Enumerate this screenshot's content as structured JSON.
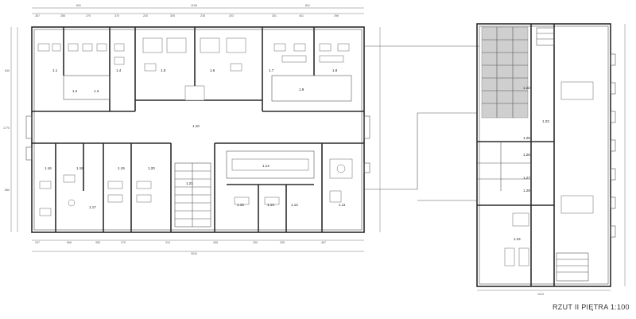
{
  "title": "RZUT II PIĘTRA 1:100",
  "rooms_left": [
    "1.1",
    "1.2",
    "1.3",
    "1.4",
    "1.5",
    "1.6",
    "1.7",
    "1.8",
    "1.9",
    "1.10",
    "1.11",
    "1.12",
    "1.13",
    "1.14",
    "1.15",
    "1.16",
    "1.17",
    "1.18",
    "1.19",
    "1.20",
    "1.21"
  ],
  "rooms_right": [
    "1.22",
    "1.23",
    "1.24",
    "1.25",
    "1.26",
    "1.27",
    "1.28"
  ],
  "dims_top_total": [
    "841",
    "1106",
    "841"
  ],
  "dims_top_parts": [
    "267",
    "285",
    "270",
    "370",
    "230",
    "305",
    "235",
    "203",
    "261",
    "441",
    "296"
  ],
  "dims_bottom_parts": [
    "247",
    "566",
    "350",
    "270",
    "314",
    "455",
    "230",
    "235",
    "467"
  ],
  "dims_bottom_total": "3010",
  "dims_left": [
    "640",
    "1770",
    "880"
  ],
  "dims_right_block": "1010"
}
